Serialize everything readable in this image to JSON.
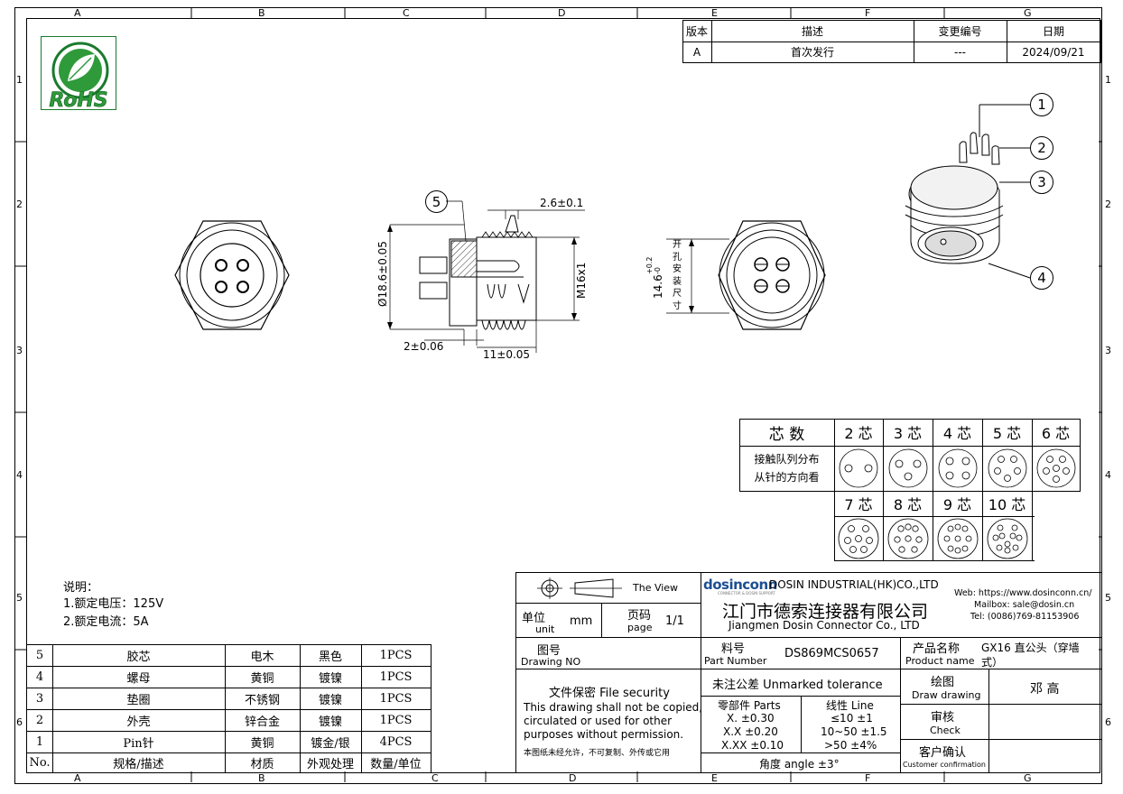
{
  "zones": {
    "cols": [
      "A",
      "B",
      "C",
      "D",
      "E",
      "F",
      "G"
    ],
    "rows": [
      "1",
      "2",
      "3",
      "4",
      "5",
      "6"
    ]
  },
  "revision": {
    "headers": [
      "版本",
      "描述",
      "变更编号",
      "日期"
    ],
    "row": [
      "A",
      "首次发行",
      "---",
      "2024/09/21"
    ]
  },
  "logo": {
    "rohs": "RoHS"
  },
  "callouts": [
    "1",
    "2",
    "3",
    "4",
    "5"
  ],
  "dimensions": {
    "d_top": "2.6±0.1",
    "d_dia": "Ø18.6±0.05",
    "d_thread": "M16x1",
    "d_flange": "2±0.06",
    "d_len": "11±0.05",
    "d_hole": "14.6",
    "d_hole_tol": "+0.2\n-0",
    "hole_text": "开孔安装尺寸"
  },
  "core_table": {
    "header": "芯 数",
    "cores": [
      "2 芯",
      "3 芯",
      "4 芯",
      "5 芯",
      "6 芯"
    ],
    "desc1": "接触队列分布",
    "desc2": "从针的方向看",
    "cores2": [
      "7 芯",
      "8 芯",
      "9 芯",
      "10 芯"
    ]
  },
  "notes": {
    "title": "说明：",
    "line1": "1.额定电压：125V",
    "line2": "2.额定电流：5A"
  },
  "bom": {
    "rows": [
      [
        "5",
        "胶芯",
        "电木",
        "黑色",
        "1PCS"
      ],
      [
        "4",
        "螺母",
        "黄铜",
        "镀镍",
        "1PCS"
      ],
      [
        "3",
        "垫圈",
        "不锈钢",
        "镀镍",
        "1PCS"
      ],
      [
        "2",
        "外壳",
        "锌合金",
        "镀镍",
        "1PCS"
      ],
      [
        "1",
        "Pin针",
        "黄铜",
        "镀金/银",
        "4PCS"
      ]
    ],
    "header": [
      "No.",
      "规格/描述",
      "材质",
      "外观处理",
      "数量/单位"
    ]
  },
  "title_block": {
    "the_view": "The View",
    "unit_cn": "单位",
    "unit_en": "unit",
    "unit_val": "mm",
    "page_cn": "页码",
    "page_en": "page",
    "page_val": "1/1",
    "company_brand": "dosinconn",
    "company_brand_sub": "CONNECTOR & DOSIN SUPPORT",
    "company_en": "DOSIN INDUSTRIAL(HK)CO.,LTD",
    "company_cn": "江门市德索连接器有限公司",
    "company_en2": "Jiangmen Dosin Connector Co., LTD",
    "web": "Web: https://www.dosinconn.cn/",
    "mail": "Mailbox: sale@dosin.cn",
    "tel": "Tel: (0086)769-81153906",
    "drawing_no_cn": "图号",
    "drawing_no_en": "Drawing NO",
    "part_no_cn": "料号",
    "part_no_en": "Part Number",
    "part_no_val": "DS869MCS0657",
    "product_cn": "产品名称",
    "product_en": "Product name",
    "product_val": "GX16 直公头（穿墙式）",
    "security_title": "文件保密  File security",
    "security_en1": "This drawing shall not be copied,",
    "security_en2": "circulated or used for other",
    "security_en3": "purposes without permission.",
    "security_cn": "本图纸未经允许，不可复制、外传或它用",
    "tol_title": "未注公差 Unmarked tolerance",
    "parts_hdr": "零部件 Parts",
    "line_hdr": "线性 Line",
    "tol_x": "X.  ±0.30",
    "tol_xx": "X.X  ±0.20",
    "tol_xxx": "X.XX  ±0.10",
    "line1": "≤10  ±1",
    "line2": "10~50  ±1.5",
    "line3": ">50  ±4%",
    "angle": "角度 angle  ±3°",
    "draw_cn": "绘图",
    "draw_en": "Draw drawing",
    "drawer": "邓 高",
    "check_cn": "审核",
    "check_en": "Check",
    "customer_cn": "客户确认",
    "customer_en": "Customer confirmation"
  }
}
